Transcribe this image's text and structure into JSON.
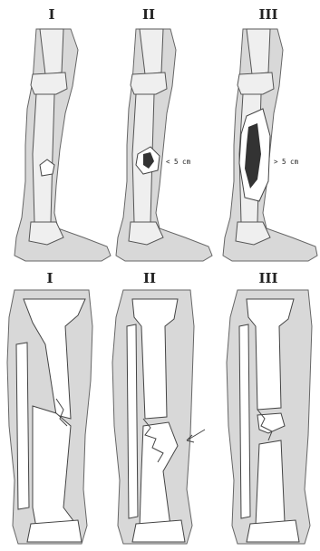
{
  "top_row": {
    "labels": [
      "I",
      "II",
      "III"
    ],
    "measure_small": "< 5 cm",
    "measure_large": "> 5 cm"
  },
  "bottom_row": {
    "labels": [
      "I",
      "II",
      "III"
    ]
  }
}
